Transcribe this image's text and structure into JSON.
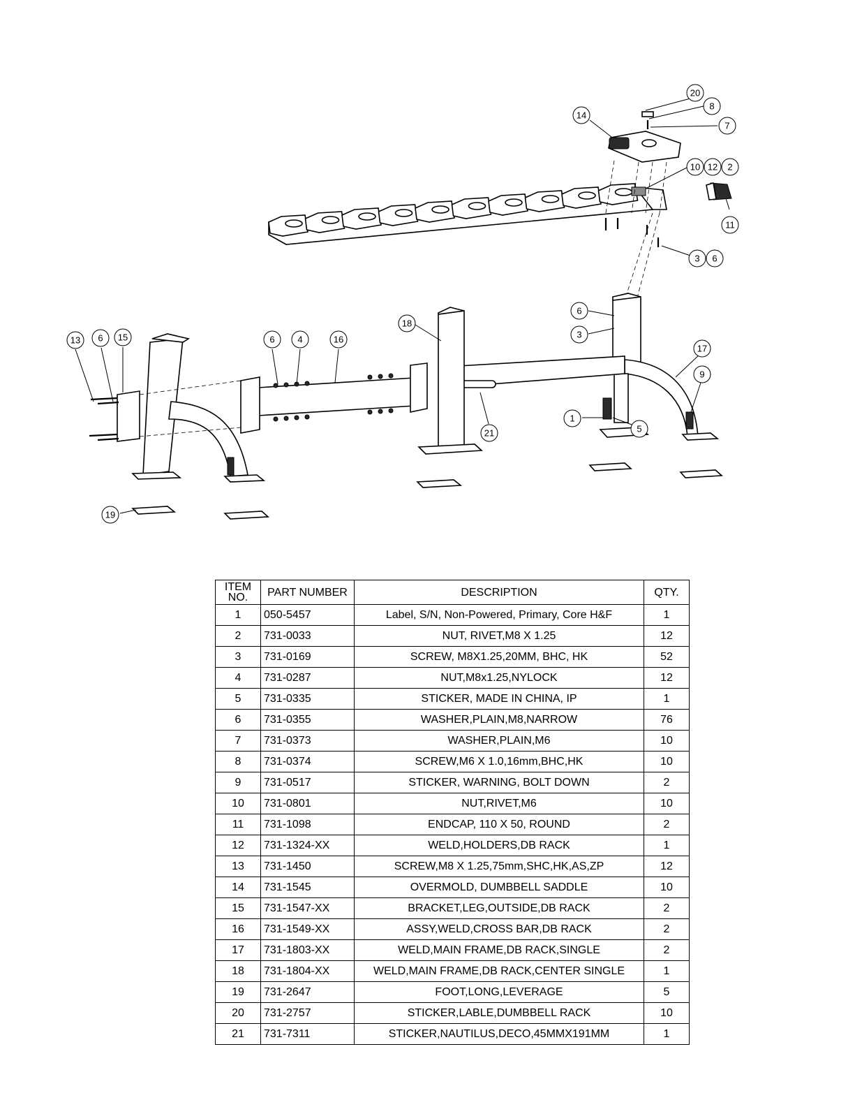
{
  "diagram": {
    "callouts": [
      {
        "id": "c20",
        "label": "20"
      },
      {
        "id": "c8",
        "label": "8"
      },
      {
        "id": "c7",
        "label": "7"
      },
      {
        "id": "c14",
        "label": "14"
      },
      {
        "id": "c10",
        "label": "10"
      },
      {
        "id": "c12",
        "label": "12"
      },
      {
        "id": "c2",
        "label": "2"
      },
      {
        "id": "c11",
        "label": "11"
      },
      {
        "id": "c3a",
        "label": "3"
      },
      {
        "id": "c6a",
        "label": "6"
      },
      {
        "id": "c6b",
        "label": "6"
      },
      {
        "id": "c3b",
        "label": "3"
      },
      {
        "id": "c18",
        "label": "18"
      },
      {
        "id": "c13",
        "label": "13"
      },
      {
        "id": "c6c",
        "label": "6"
      },
      {
        "id": "c15",
        "label": "15"
      },
      {
        "id": "c6d",
        "label": "6"
      },
      {
        "id": "c4",
        "label": "4"
      },
      {
        "id": "c16",
        "label": "16"
      },
      {
        "id": "c17",
        "label": "17"
      },
      {
        "id": "c9",
        "label": "9"
      },
      {
        "id": "c1",
        "label": "1"
      },
      {
        "id": "c5",
        "label": "5"
      },
      {
        "id": "c21",
        "label": "21"
      },
      {
        "id": "c19",
        "label": "19"
      }
    ]
  },
  "bom": {
    "headers": {
      "item_line1": "ITEM",
      "item_line2": "NO.",
      "part_number": "PART NUMBER",
      "description": "DESCRIPTION",
      "qty": "QTY."
    },
    "rows": [
      {
        "item": "1",
        "part": "050-5457",
        "desc": "Label, S/N, Non-Powered, Primary, Core H&F",
        "qty": "1"
      },
      {
        "item": "2",
        "part": "731-0033",
        "desc": "NUT, RIVET,M8 X 1.25",
        "qty": "12"
      },
      {
        "item": "3",
        "part": "731-0169",
        "desc": "SCREW, M8X1.25,20MM, BHC, HK",
        "qty": "52"
      },
      {
        "item": "4",
        "part": "731-0287",
        "desc": "NUT,M8x1.25,NYLOCK",
        "qty": "12"
      },
      {
        "item": "5",
        "part": "731-0335",
        "desc": "STICKER, MADE IN CHINA, IP",
        "qty": "1"
      },
      {
        "item": "6",
        "part": "731-0355",
        "desc": "WASHER,PLAIN,M8,NARROW",
        "qty": "76"
      },
      {
        "item": "7",
        "part": "731-0373",
        "desc": "WASHER,PLAIN,M6",
        "qty": "10"
      },
      {
        "item": "8",
        "part": "731-0374",
        "desc": "SCREW,M6 X 1.0,16mm,BHC,HK",
        "qty": "10"
      },
      {
        "item": "9",
        "part": "731-0517",
        "desc": "STICKER, WARNING, BOLT DOWN",
        "qty": "2"
      },
      {
        "item": "10",
        "part": "731-0801",
        "desc": "NUT,RIVET,M6",
        "qty": "10"
      },
      {
        "item": "11",
        "part": "731-1098",
        "desc": "ENDCAP, 110 X 50, ROUND",
        "qty": "2"
      },
      {
        "item": "12",
        "part": "731-1324-XX",
        "desc": "WELD,HOLDERS,DB RACK",
        "qty": "1"
      },
      {
        "item": "13",
        "part": "731-1450",
        "desc": "SCREW,M8 X 1.25,75mm,SHC,HK,AS,ZP",
        "qty": "12"
      },
      {
        "item": "14",
        "part": "731-1545",
        "desc": "OVERMOLD, DUMBBELL SADDLE",
        "qty": "10"
      },
      {
        "item": "15",
        "part": "731-1547-XX",
        "desc": "BRACKET,LEG,OUTSIDE,DB RACK",
        "qty": "2"
      },
      {
        "item": "16",
        "part": "731-1549-XX",
        "desc": "ASSY,WELD,CROSS BAR,DB RACK",
        "qty": "2"
      },
      {
        "item": "17",
        "part": "731-1803-XX",
        "desc": "WELD,MAIN FRAME,DB RACK,SINGLE",
        "qty": "2"
      },
      {
        "item": "18",
        "part": "731-1804-XX",
        "desc": "WELD,MAIN FRAME,DB RACK,CENTER SINGLE",
        "qty": "1"
      },
      {
        "item": "19",
        "part": "731-2647",
        "desc": "FOOT,LONG,LEVERAGE",
        "qty": "5"
      },
      {
        "item": "20",
        "part": "731-2757",
        "desc": "STICKER,LABLE,DUMBBELL RACK",
        "qty": "10"
      },
      {
        "item": "21",
        "part": "731-7311",
        "desc": "STICKER,NAUTILUS,DECO,45MMX191MM",
        "qty": "1"
      }
    ]
  }
}
